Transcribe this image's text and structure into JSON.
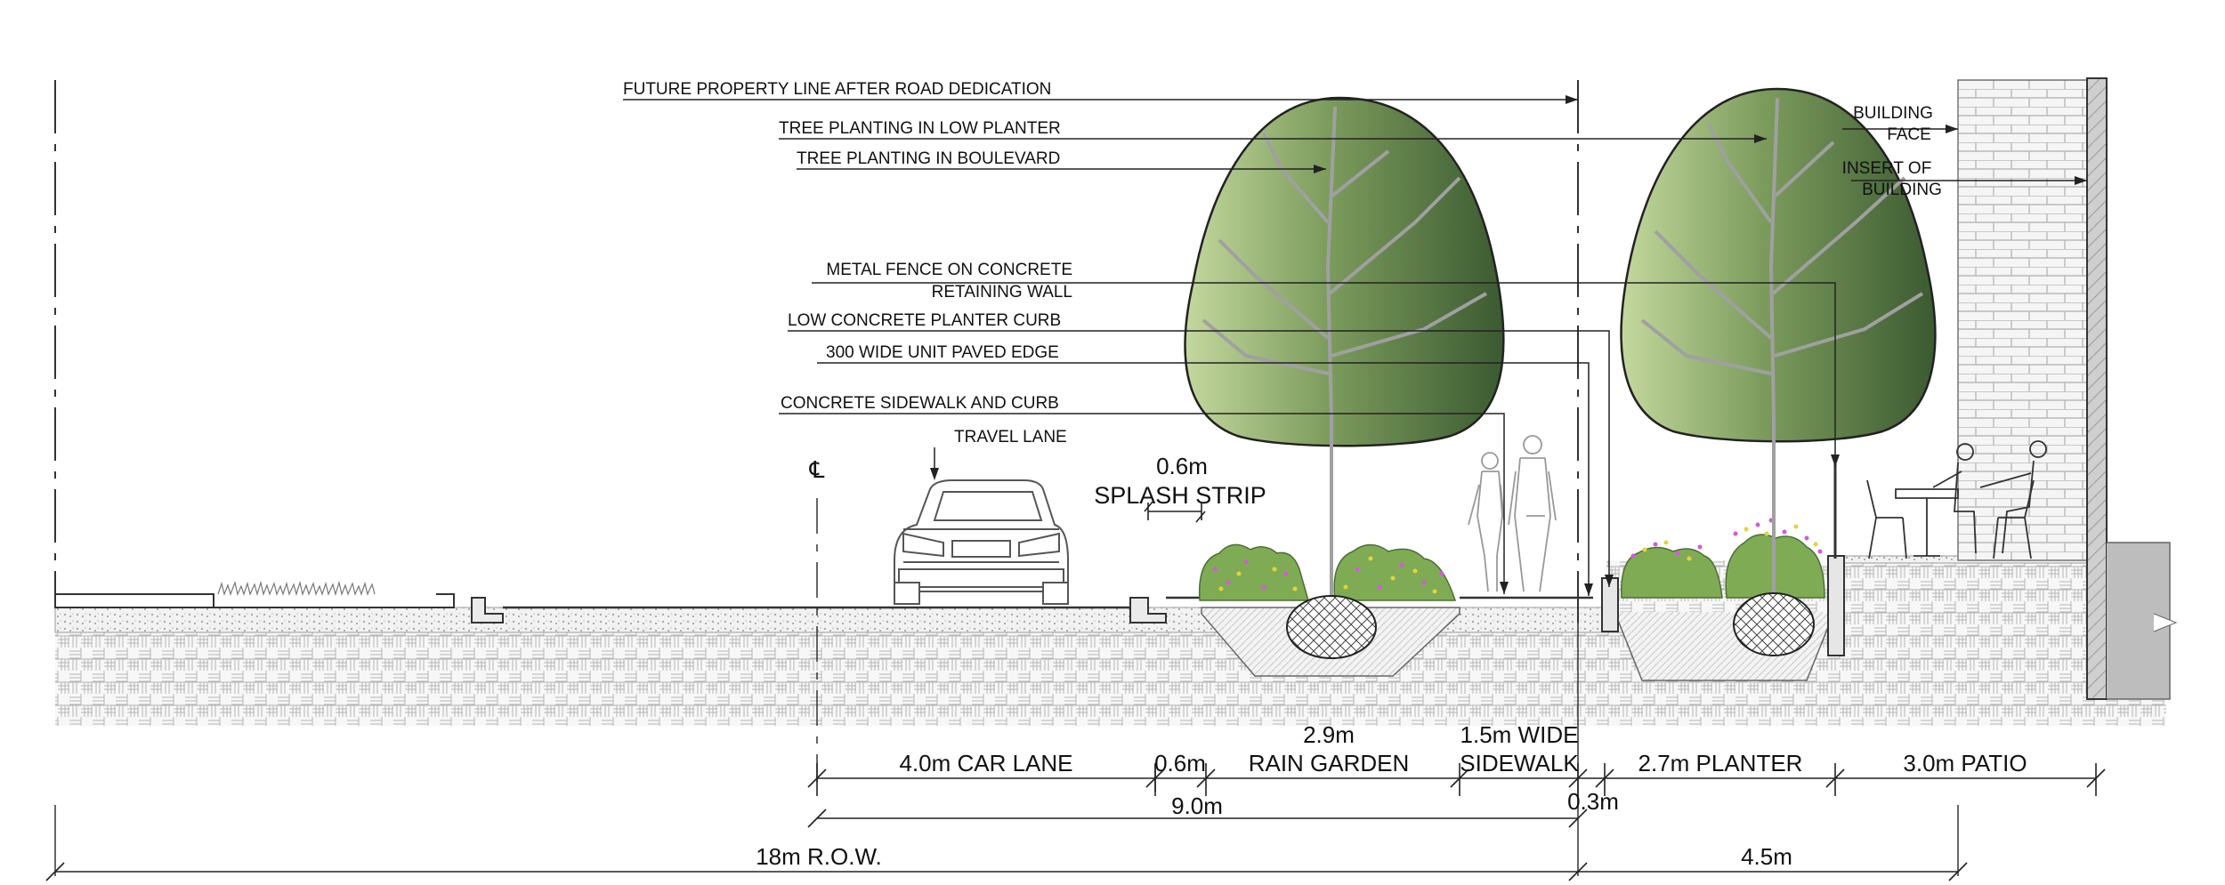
{
  "callouts": {
    "future_property_line": "FUTURE PROPERTY LINE AFTER ROAD DEDICATION",
    "tree_low_planter": "TREE PLANTING IN LOW PLANTER",
    "tree_boulevard": "TREE PLANTING IN BOULEVARD",
    "metal_fence_1": "METAL FENCE ON CONCRETE",
    "metal_fence_2": "RETAINING WALL",
    "low_curb": "LOW CONCRETE PLANTER CURB",
    "paved_edge": "300 WIDE UNIT PAVED EDGE",
    "sidewalk_curb": "CONCRETE SIDEWALK AND CURB",
    "travel_lane": "TRAVEL LANE",
    "building_face_1": "BUILDING",
    "building_face_2": "FACE",
    "insert_building_1": "INSERT OF",
    "insert_building_2": "BUILDING",
    "centerline": "℄",
    "splash_width": "0.6m",
    "splash_strip": "SPLASH STRIP"
  },
  "dimensions": {
    "car_lane": "4.0m CAR LANE",
    "splash": "0.6m",
    "rain_garden_width": "2.9m",
    "rain_garden": "RAIN GARDEN",
    "sidewalk_width": "1.5m WIDE",
    "sidewalk": "SIDEWALK",
    "planter": "2.7m PLANTER",
    "patio": "3.0m PATIO",
    "roadway_total": "9.0m",
    "edge": "0.3m",
    "row": "18m R.O.W.",
    "setback": "4.5m"
  },
  "colors": {
    "tree_dark": "#3f5f34",
    "tree_light": "#b7cf8f",
    "shrub": "#6fa54a",
    "flower_pink": "#d25bd8",
    "flower_yellow": "#e3d43a",
    "brick": "#bdbdbd",
    "soil": "#eeeeee"
  }
}
